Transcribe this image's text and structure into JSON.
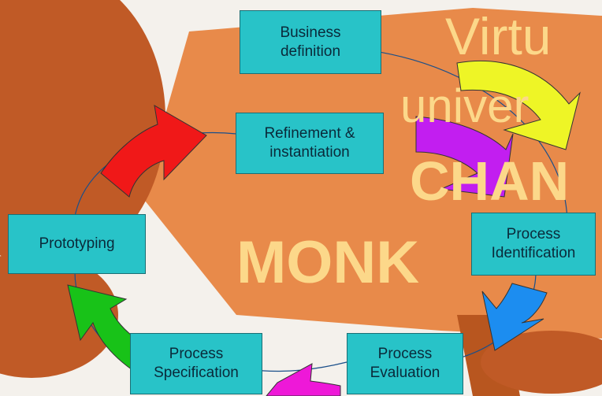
{
  "background": {
    "sign_text": [
      "Virtu",
      "univer",
      "CHAN",
      "MONK"
    ],
    "colors": {
      "sky": "#f4f1ec",
      "sign": "#e88a4a",
      "sign_dark": "#b8561f",
      "monkey": "#c05a26",
      "sign_text": "#fcd88a"
    }
  },
  "diagram": {
    "box_color": "#28c3c8",
    "nodes": [
      {
        "id": "business",
        "label": "Business\ndefinition"
      },
      {
        "id": "refinement",
        "label": "Refinement &\ninstantiation"
      },
      {
        "id": "identification",
        "label": "Process\nIdentification"
      },
      {
        "id": "evaluation",
        "label": "Process\nEvaluation"
      },
      {
        "id": "specification",
        "label": "Process\nSpecification"
      },
      {
        "id": "prototyping",
        "label": "Prototyping"
      }
    ],
    "arrows": [
      {
        "id": "yellow",
        "color": "#eef526"
      },
      {
        "id": "purple",
        "color": "#c21ef0"
      },
      {
        "id": "blue",
        "color": "#1c8df0"
      },
      {
        "id": "magenta",
        "color": "#ee18d8"
      },
      {
        "id": "green",
        "color": "#18c218"
      },
      {
        "id": "red",
        "color": "#f01818"
      }
    ]
  }
}
